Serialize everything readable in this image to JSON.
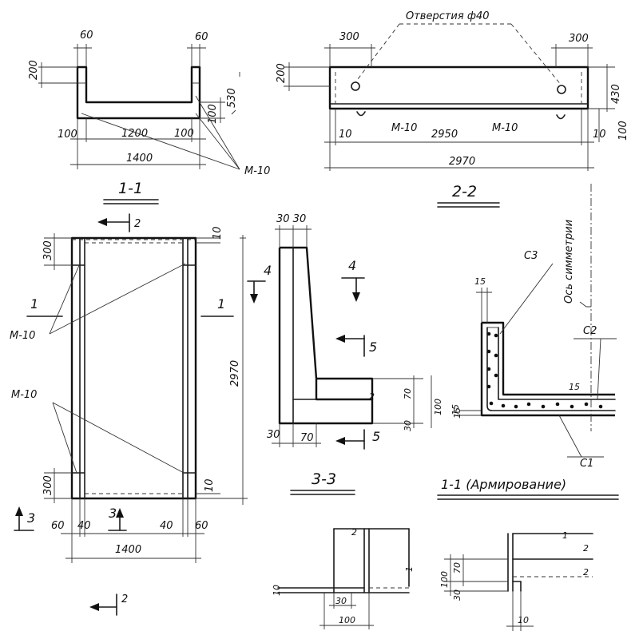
{
  "section_1_1": {
    "dim_top_left": "60",
    "dim_top_right": "60",
    "dim_left_height": "200",
    "dim_right_height": "100",
    "dim_side": "530",
    "dim_bottom_left": "100",
    "dim_bottom_mid": "1200",
    "dim_bottom_right": "100",
    "dim_total": "1400",
    "mark": "M-10",
    "title": "1-1"
  },
  "section_2_2": {
    "holes_label": "Отверстия ф40",
    "dim_left_offset": "300",
    "dim_right_offset": "300",
    "dim_left_height": "200",
    "dim_right_height": "430",
    "dim_left_end": "10",
    "mark_left": "M-10",
    "dim_mid": "2950",
    "mark_right": "M-10",
    "dim_right_end": "10",
    "dim_right_small": "100",
    "dim_total": "2970",
    "title": "2-2"
  },
  "plan": {
    "cut_2_top": "2",
    "dim_top_gap": "10",
    "dim_top_zone": "300",
    "cut_1_left": "1",
    "mark_upper": "M-10",
    "cut_1_right": "1",
    "dim_length": "2970",
    "mark_lower": "M-10",
    "dim_bottom_zone": "300",
    "dim_bottom_gap": "10",
    "cut_3_left": "3",
    "cut_3_mid": "3",
    "dim_b_60l": "60",
    "dim_b_40l": "40",
    "dim_b_40r": "40",
    "dim_b_60r": "60",
    "dim_width": "1400",
    "cut_2_bottom": "2"
  },
  "section_3_3": {
    "dim_top": "30 30",
    "cut_4_left": "4",
    "cut_4_right": "4",
    "cut_5_top": "5",
    "rebar_2": "2",
    "dim_70": "70",
    "dim_100": "100",
    "dim_30_side": "30",
    "dim_15": "15",
    "dim_30_bottom": "30",
    "dim_70_bottom": "70",
    "cut_5_bottom": "5",
    "title": "3-3"
  },
  "reinforcement": {
    "c3": "C3",
    "dim_15_top": "15",
    "axis_label": "Ось симметрии",
    "c2": "C2",
    "dim_15_mid": "15",
    "dim_15_side": "15",
    "c1": "C1",
    "title": "1-1 (Армирование)"
  },
  "detail_a": {
    "rebar_2": "2",
    "dim_10": "10",
    "dim_30": "30",
    "dim_100": "100",
    "rebar_1": "1"
  },
  "detail_b": {
    "rebar_1": "1",
    "rebar_2a": "2",
    "rebar_2b": "2",
    "dim_100": "100",
    "dim_70": "70",
    "dim_30": "30",
    "dim_10": "10"
  }
}
